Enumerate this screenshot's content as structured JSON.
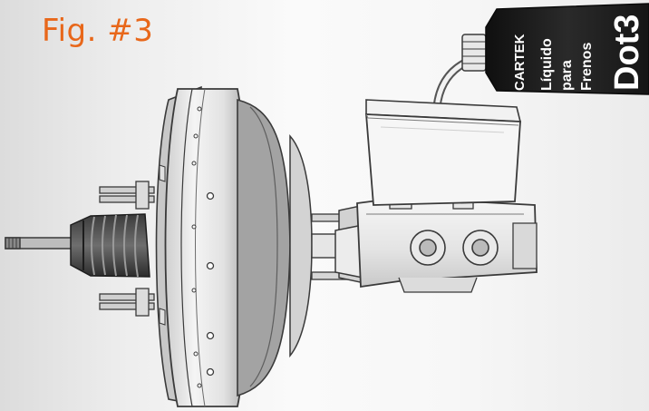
{
  "figure": {
    "label": "Fig. #3"
  },
  "bottle": {
    "brand": "CARTEK",
    "line1": "Líquido",
    "line2": "para",
    "line3": "Frenos",
    "grade": "Dot3"
  },
  "colors": {
    "accent": "#e8671a",
    "bottle_body": "#1e1e1e",
    "outline": "#3a3a3a"
  }
}
